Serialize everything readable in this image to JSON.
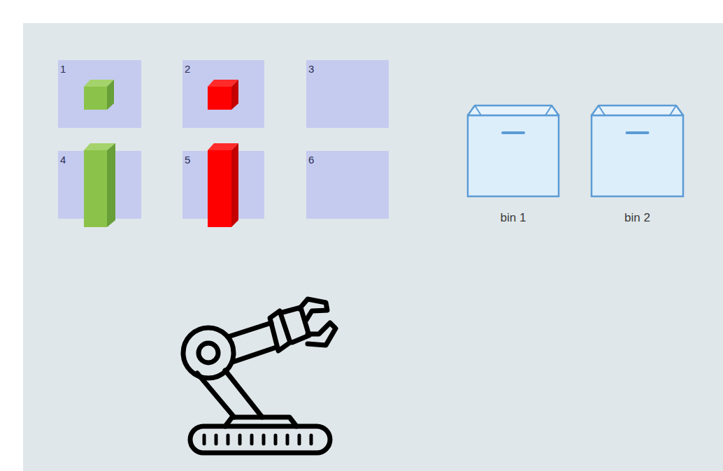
{
  "diagram": {
    "nodes": [
      {
        "text": [
          "1"
        ]
      },
      {
        "text": [
          "2"
        ]
      },
      {
        "text": [
          "3"
        ]
      },
      {
        "text": [
          "4"
        ]
      },
      {
        "text": [
          "5"
        ]
      },
      {
        "text": [
          "6"
        ]
      },
      {
        "text": [
          "bin 1"
        ]
      },
      {
        "text": [
          "bin 2"
        ]
      }
    ]
  }
}
